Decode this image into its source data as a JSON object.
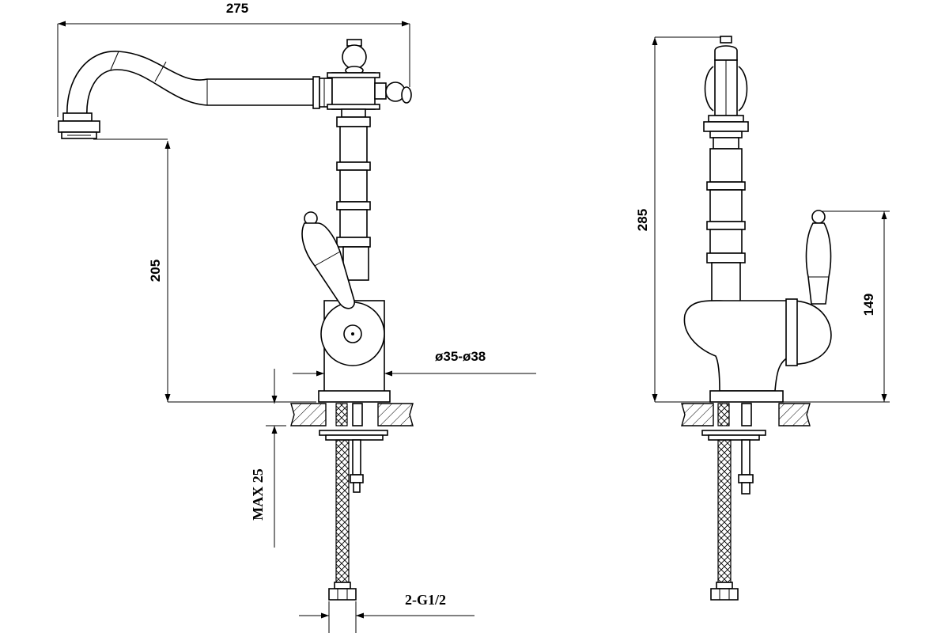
{
  "dimensions": {
    "spout_reach": "275",
    "spout_height": "205",
    "total_height": "285",
    "lever_height": "149",
    "base_diameter": "ø35-ø38",
    "max_thickness": "MAX 25",
    "connection": "2-G1/2"
  },
  "colors": {
    "line": "#000000",
    "background": "#ffffff"
  }
}
